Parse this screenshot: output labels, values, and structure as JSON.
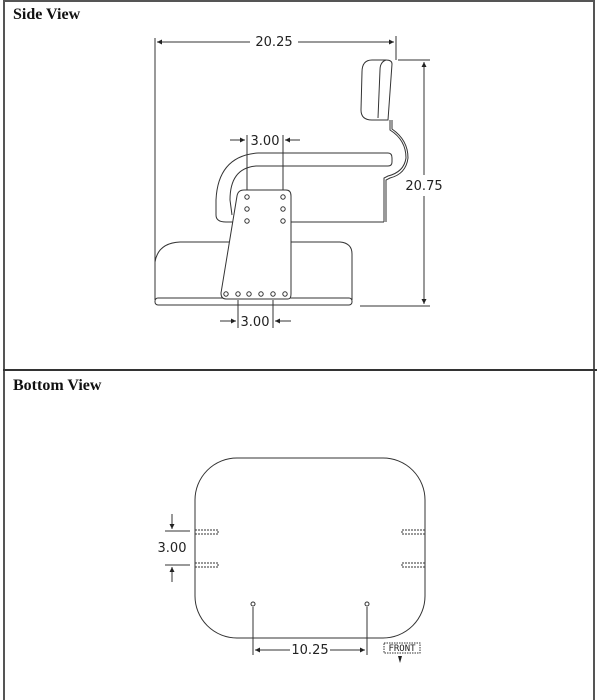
{
  "panels": {
    "side": {
      "title": "Side View"
    },
    "bottom": {
      "title": "Bottom View"
    }
  },
  "side_view": {
    "dimensions": {
      "overall_width": "20.25",
      "overall_height": "20.75",
      "top_bolt_spacing": "3.00",
      "bottom_bolt_spacing": "3.00"
    }
  },
  "bottom_view": {
    "dimensions": {
      "slot_spacing": "3.00",
      "hole_spacing": "10.25"
    },
    "front_label": "FRONT"
  },
  "colors": {
    "line": "#333333",
    "border": "#555555",
    "background": "#ffffff"
  }
}
